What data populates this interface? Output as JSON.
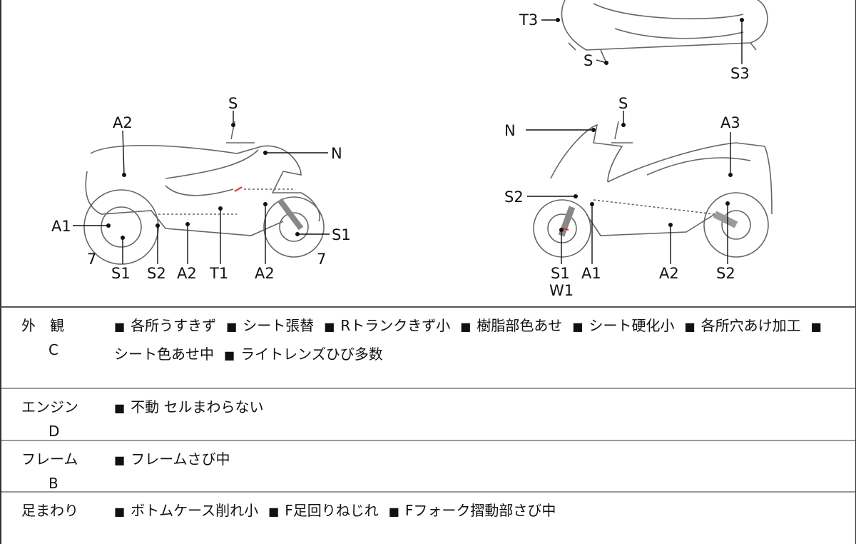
{
  "diagram": {
    "top_view_labels": [
      "T3",
      "S",
      "S3"
    ],
    "left_view_labels": [
      "S",
      "A2",
      "N",
      "A1",
      "S1",
      "7",
      "S1",
      "S2",
      "A2",
      "T1",
      "A2",
      "7"
    ],
    "right_view_labels": [
      "S",
      "N",
      "A3",
      "S2",
      "S1",
      "W1",
      "A1",
      "A2",
      "S2"
    ],
    "line_color": "#555555",
    "accent_color": "#d03020"
  },
  "rows": [
    {
      "category": "外　観",
      "grade": "C",
      "items": [
        "各所うすきず",
        "シート張替",
        "Rトランクきず小",
        "樹脂部色あせ",
        "シート硬化小",
        "各所穴あけ加工",
        "シート色あせ中",
        "ライトレンズひび多数"
      ]
    },
    {
      "category": "エンジン",
      "grade": "D",
      "items": [
        "不動 セルまわらない"
      ]
    },
    {
      "category": "フレーム",
      "grade": "B",
      "items": [
        "フレームさび中"
      ]
    },
    {
      "category": "足まわり",
      "grade": "",
      "items": [
        "ボトムケース削れ小",
        "F足回りねじれ",
        "Fフォーク摺動部さび中"
      ]
    }
  ],
  "bullet": "■"
}
